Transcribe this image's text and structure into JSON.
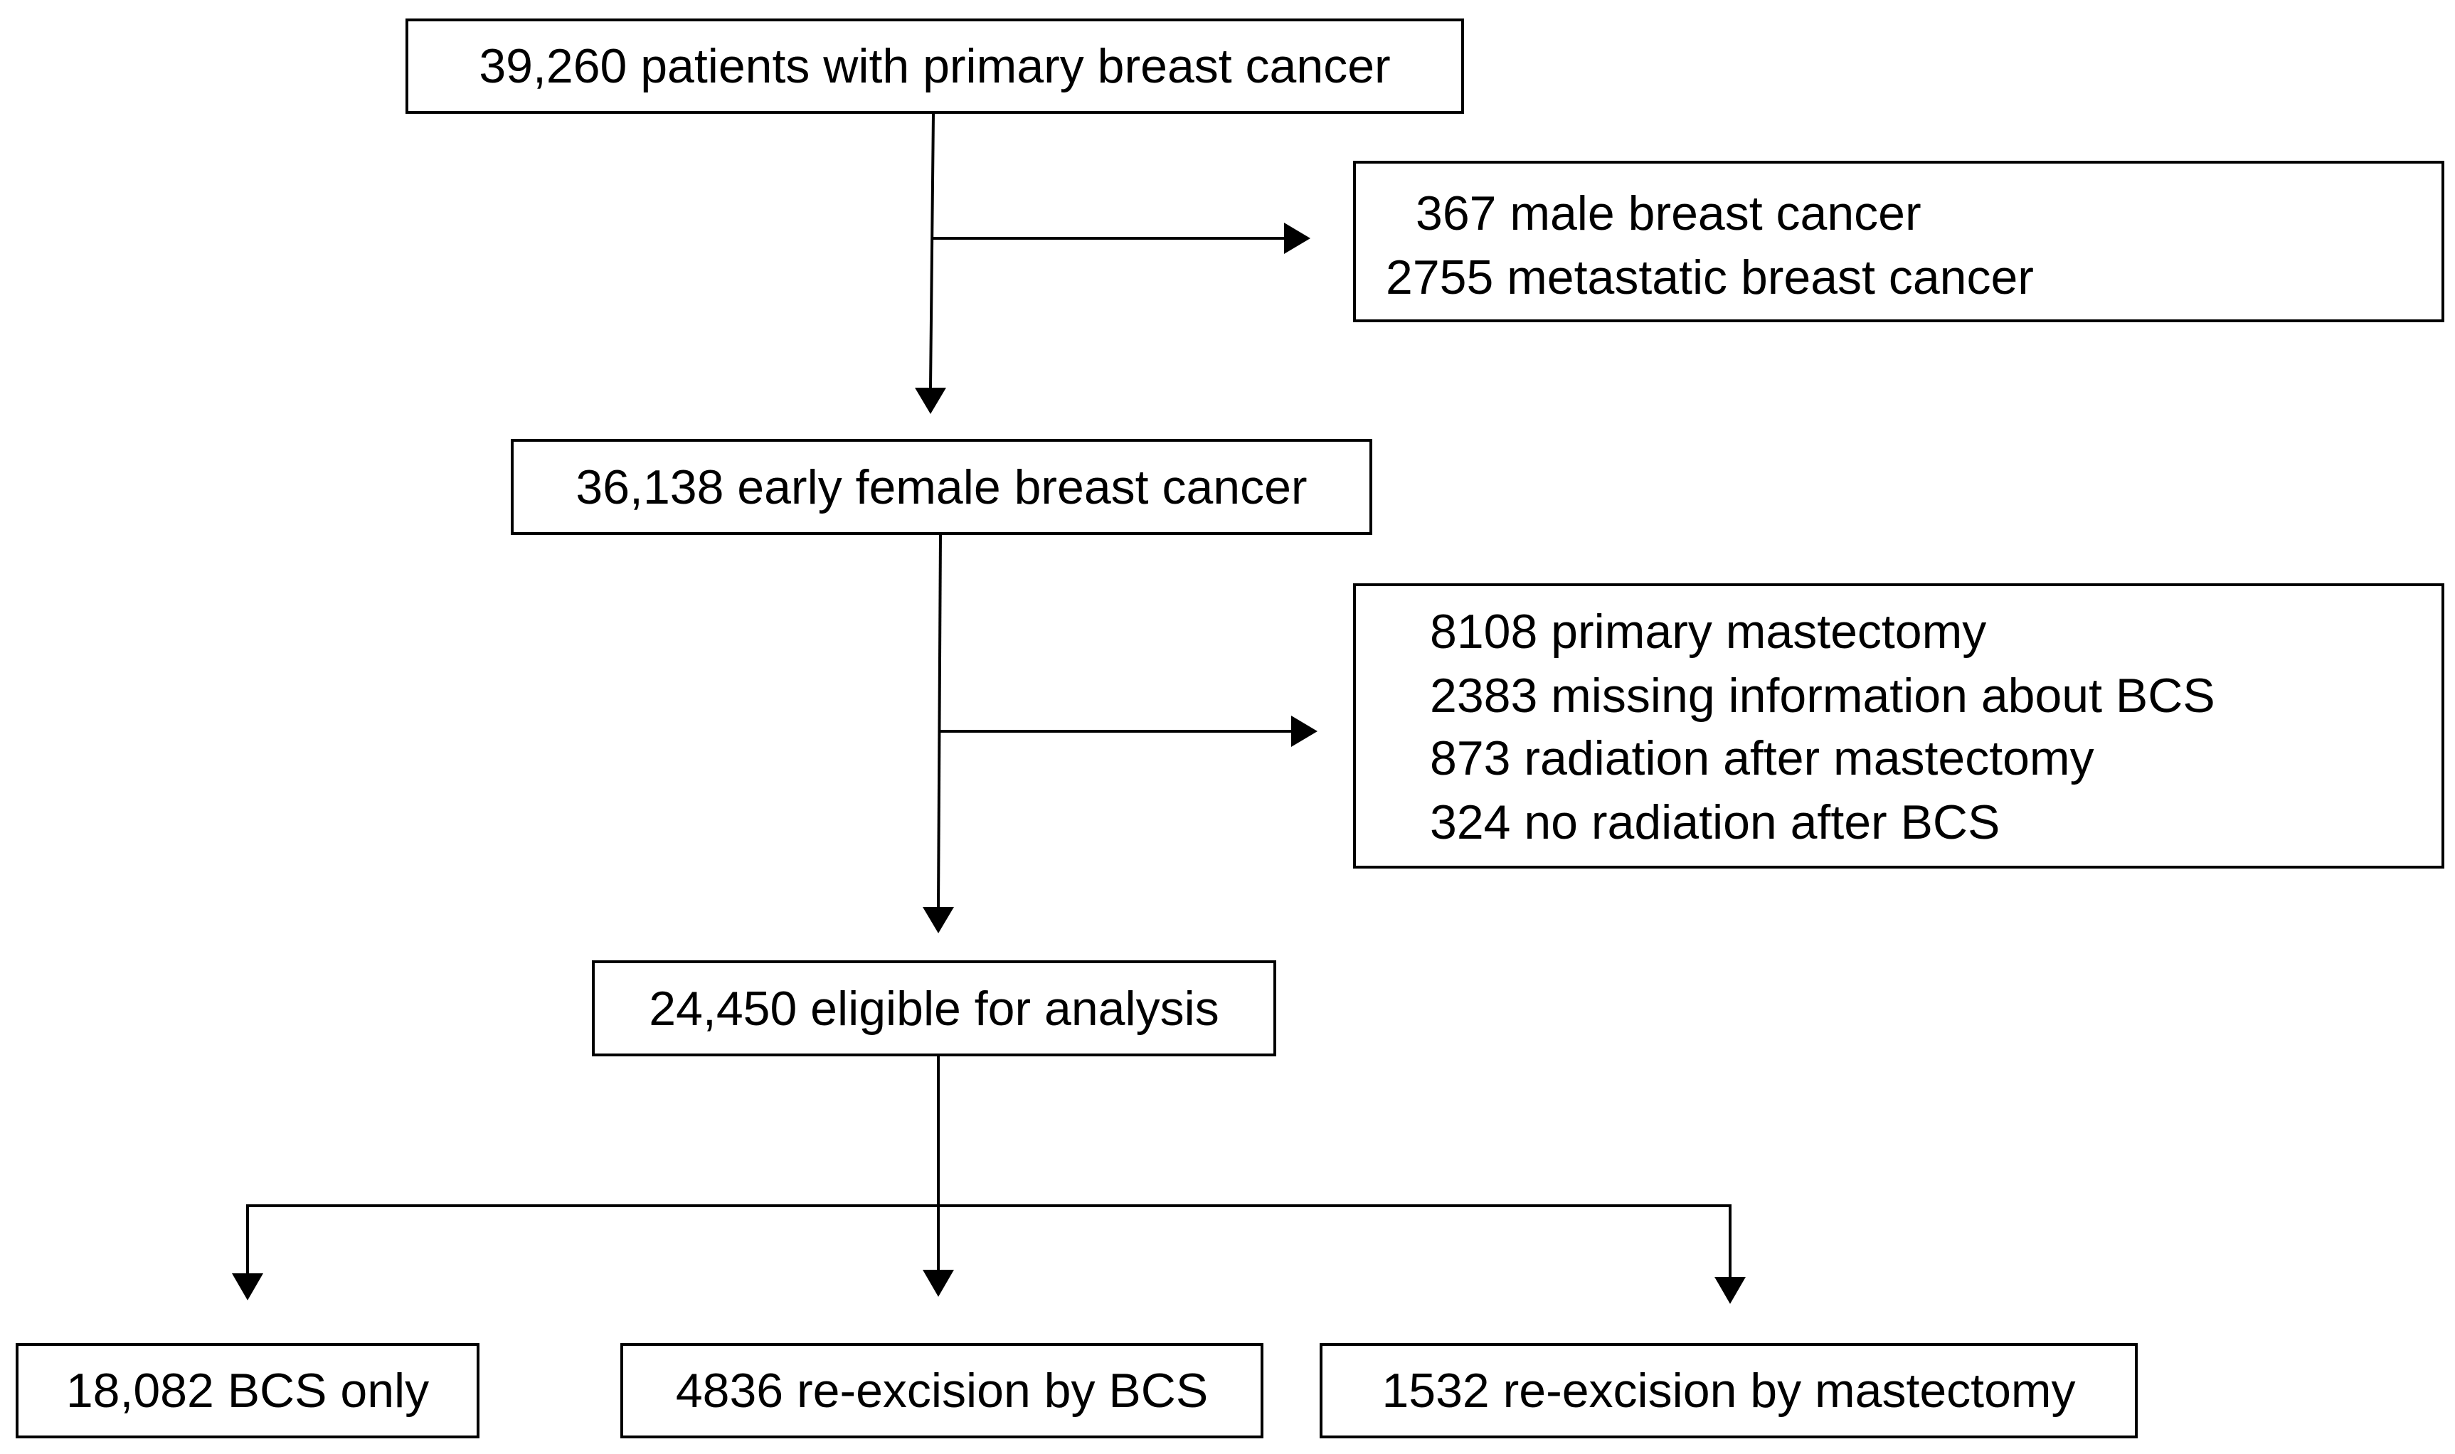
{
  "diagram": {
    "start": {
      "text": "39,260 patients with primary breast cancer"
    },
    "exclusion_1": {
      "lines": [
        "367 male breast cancer",
        "2755 metastatic breast cancer"
      ]
    },
    "early": {
      "text": "36,138 early female breast cancer"
    },
    "exclusion_2": {
      "lines": [
        "8108 primary mastectomy",
        "2383 missing information about BCS",
        "873 radiation after mastectomy",
        "324 no radiation after BCS"
      ]
    },
    "eligible": {
      "text": "24,450 eligible for analysis"
    },
    "outcomes": [
      {
        "text": "18,082 BCS only"
      },
      {
        "text": "4836 re-excision by BCS"
      },
      {
        "text": "1532 re-excision by mastectomy"
      }
    ],
    "colors": {
      "line": "#000000",
      "box_border": "#000000",
      "background": "#ffffff",
      "text": "#000000"
    }
  }
}
